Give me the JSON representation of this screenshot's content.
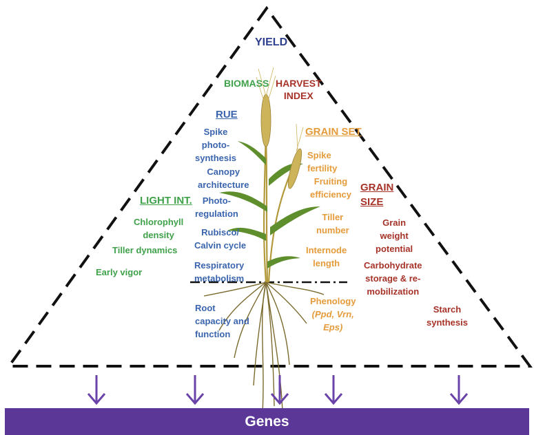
{
  "diagram": {
    "yield": "YIELD",
    "biomass": "BIOMASS",
    "harvest_index": [
      "HARVEST",
      "INDEX"
    ],
    "rue": {
      "title": "RUE",
      "spike_photosynthesis": [
        "Spike",
        "photo-",
        "synthesis"
      ],
      "canopy": [
        "Canopy",
        "architecture"
      ],
      "photoregulation": [
        "Photo-",
        "regulation"
      ],
      "rubisco": [
        "Rubisco/",
        "Calvin cycle"
      ],
      "respiratory": [
        "Respiratory",
        "metabolism"
      ],
      "root": [
        "Root",
        "capacity and",
        "function"
      ]
    },
    "light_int": {
      "title": "LIGHT INT.",
      "chlorophyll": [
        "Chlorophyll",
        "density"
      ],
      "tiller_dynamics": "Tiller dynamics",
      "early_vigor": "Early vigor"
    },
    "grain_set": {
      "title": "GRAIN SET",
      "spike_fertility": [
        "Spike",
        "fertility"
      ],
      "fruiting": [
        "Fruiting",
        "efficiency"
      ],
      "tiller_number": [
        "Tiller",
        "number"
      ],
      "internode": [
        "Internode",
        "length"
      ],
      "phenology": [
        "Phenology",
        "(Ppd, Vrn,",
        "Eps)"
      ]
    },
    "grain_size": {
      "title": [
        "GRAIN",
        "SIZE"
      ],
      "grain_weight": [
        "Grain",
        "weight",
        "potential"
      ],
      "carbohydrate": [
        "Carbohydrate",
        "storage & re-",
        "mobilization"
      ],
      "starch": [
        "Starch",
        "synthesis"
      ]
    },
    "genes": "Genes",
    "colors": {
      "rue": "#3a64ae",
      "light": "#3fa14a",
      "grain_set": "#e59b3a",
      "grain_size": "#a63228",
      "yield": "#2e3f8f",
      "genes_bar": "#5b3798",
      "arrows": "#6a43a8"
    }
  }
}
